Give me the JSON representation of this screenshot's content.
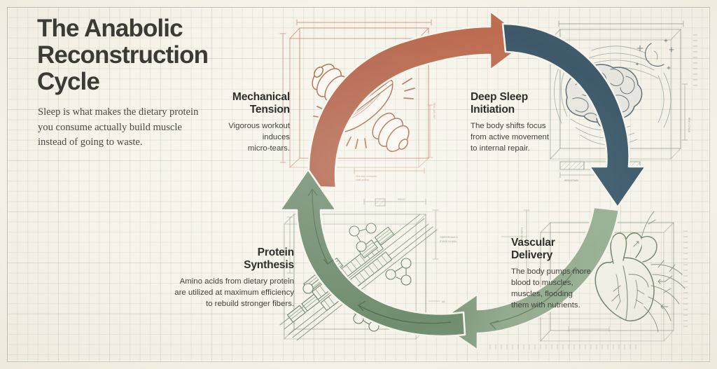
{
  "poster": {
    "title": "The Anabolic Reconstruction Cycle",
    "title_lines": [
      "The Anabolic",
      "Reconstruction",
      "Cycle"
    ],
    "subtitle": "Sleep is what makes the dietary protein you consume actually build muscle instead of going to waste.",
    "background_color": "#f6f4ea",
    "ink_color": "#3b3b36",
    "grid": "graph-paper",
    "border": true
  },
  "cycle": {
    "type": "four-stage-circular",
    "direction": "clockwise",
    "stages": [
      {
        "id": "mechanical-tension",
        "order": 1,
        "heading": "Mechanical Tension",
        "heading_lines": [
          "Mechanical",
          "Tension"
        ],
        "body": "Vigorous workout induces micro-tears.",
        "body_lines": [
          "Vigorous workout",
          "induces",
          "micro-tears."
        ],
        "quadrant": "top-left",
        "illustration": "dumbbell-with-muscle-fibers",
        "accent_color": "#b9674b"
      },
      {
        "id": "deep-sleep-initiation",
        "order": 2,
        "heading": "Deep Sleep Initiation",
        "heading_lines": [
          "Deep Sleep",
          "Initiation"
        ],
        "body": "The body shifts focus from active movement to internal repair.",
        "body_lines": [
          "The body shifts focus",
          "from active movement",
          "to internal repair."
        ],
        "quadrant": "top-right",
        "illustration": "brain-with-moon-and-stars",
        "accent_color": "#3f5a6b"
      },
      {
        "id": "vascular-delivery",
        "order": 3,
        "heading": "Vascular Delivery",
        "heading_lines": [
          "Vascular",
          "Delivery"
        ],
        "body": "The body pumps more blood to muscles, muscles, flooding them with nutrients.",
        "body_lines": [
          "The body pumps more",
          "blood to muscles,",
          "muscles, flooding",
          "them with nutrients."
        ],
        "quadrant": "bottom-right",
        "illustration": "anatomical-heart-with-vessels",
        "accent_color": "#93ab8f"
      },
      {
        "id": "protein-synthesis",
        "order": 4,
        "heading": "Protein Synthesis",
        "heading_lines": [
          "Protein",
          "Synthesis"
        ],
        "body": "Amino acids from dietary protein are utilized at maximum efficiency to rebuild stronger fibers.",
        "body_lines": [
          "Amino acids from dietary protein",
          "are utilized at maximum efficiency",
          "to rebuild stronger fibers."
        ],
        "quadrant": "bottom-left",
        "illustration": "muscle-fiber-sarcomere-with-amino-acids",
        "accent_color": "#6d8a6c"
      }
    ],
    "arrows": [
      {
        "id": "arrow-top",
        "from": "protein-synthesis",
        "to": "deep-sleep-initiation",
        "color": "#b9674b",
        "direction": "right-up"
      },
      {
        "id": "arrow-right",
        "from": "deep-sleep-initiation",
        "to": "vascular-delivery",
        "color": "#3f5a6b",
        "direction": "down"
      },
      {
        "id": "arrow-bottom",
        "from": "vascular-delivery",
        "to": "protein-synthesis",
        "color": "#93ab8f",
        "direction": "left"
      },
      {
        "id": "arrow-left",
        "from": "protein-synthesis",
        "to": "mechanical-tension",
        "color": "#6d8a6c",
        "direction": "up"
      }
    ]
  }
}
